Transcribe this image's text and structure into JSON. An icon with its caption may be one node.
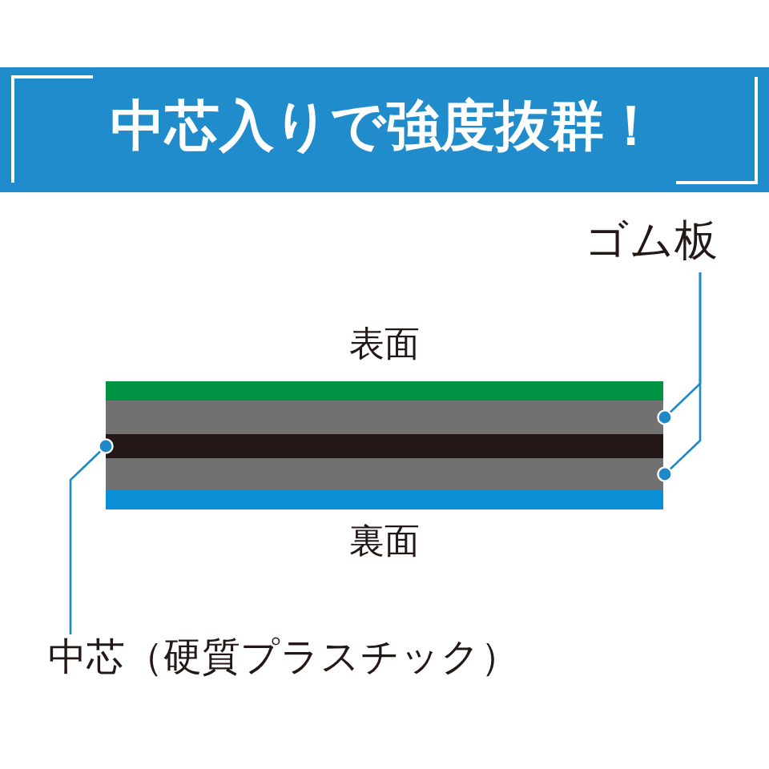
{
  "diagram": {
    "title": "中芯入りで強度抜群！",
    "nodes": [
      {
        "text": [
          "ゴム板"
        ]
      },
      {
        "text": [],
        "shape": "bar"
      },
      {
        "text": [],
        "shape": "bar"
      },
      {
        "text": [],
        "shape": "bar"
      },
      {
        "text": [
          "中芯（硬質プラスチック）"
        ]
      }
    ],
    "edges": [
      {
        "from": 0,
        "to": 1,
        "arrow": "other"
      },
      {
        "from": 0,
        "to": 3,
        "arrow": "other"
      },
      {
        "from": 4,
        "to": 2,
        "arrow": "other"
      }
    ],
    "labels": [
      "表面",
      "裏面"
    ]
  }
}
